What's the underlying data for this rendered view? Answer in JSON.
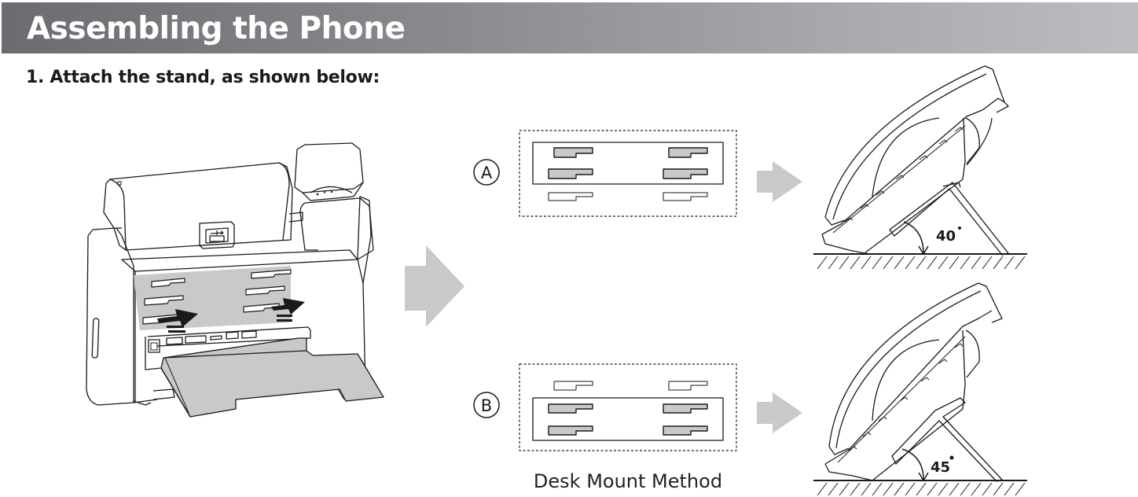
{
  "header": {
    "title": "Assembling the Phone"
  },
  "step": {
    "title": "1. Attach the stand, as shown below:"
  },
  "methods": [
    {
      "label": "A",
      "angle": "40",
      "degree_symbol": "°",
      "slots_used": "top two rows",
      "slot_states": [
        "filled",
        "filled",
        "empty"
      ]
    },
    {
      "label": "B",
      "angle": "45",
      "degree_symbol": "°",
      "slots_used": "bottom two rows",
      "slot_states": [
        "empty",
        "filled",
        "filled"
      ]
    }
  ],
  "caption": "Desk Mount Method",
  "colors": {
    "header_dark": "#6b6c70",
    "header_light": "#bcbdc1",
    "stand_gray": "#c8c9cb",
    "arrow_gray": "#c8c9cb",
    "line": "#1a1a1a"
  }
}
